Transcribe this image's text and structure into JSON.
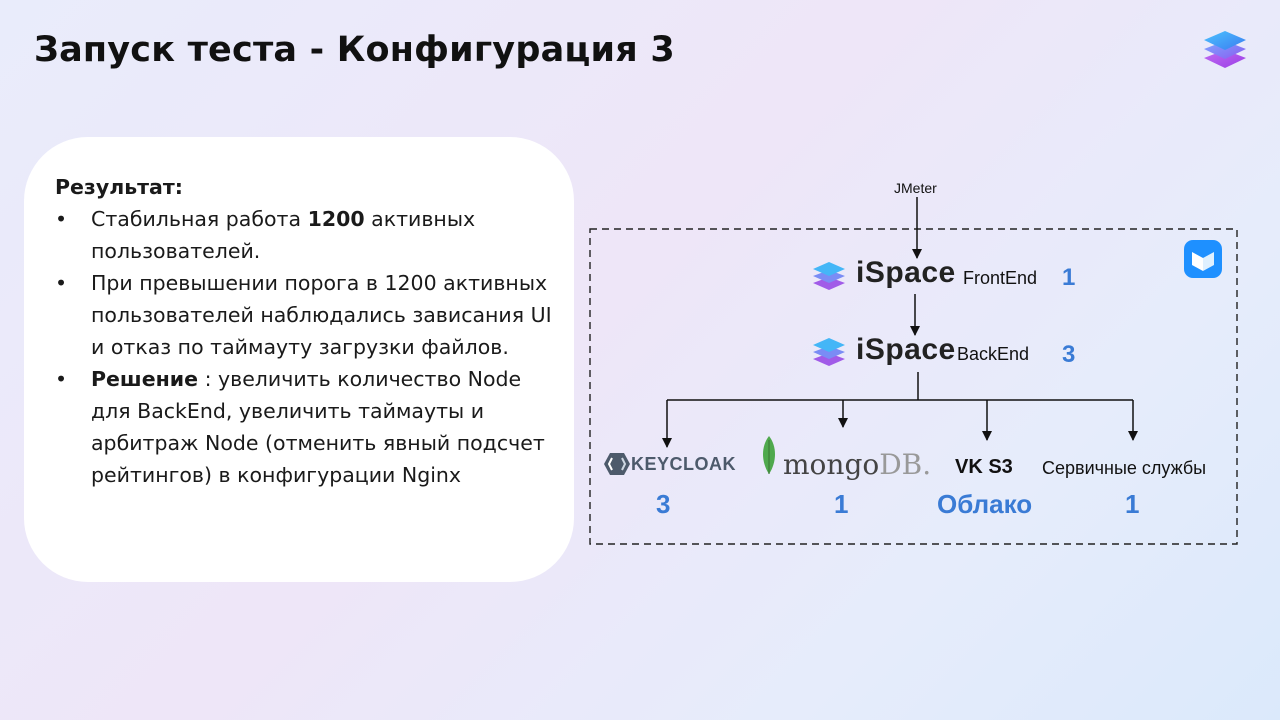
{
  "slide": {
    "title": "Запуск теста - Конфигурация 3"
  },
  "brand_logo_icon": "layered-stack-logo",
  "result_card": {
    "heading": "Результат:",
    "bullet1": {
      "prefix": "Стабильная работа ",
      "bold": "1200",
      "suffix": " активных пользователей."
    },
    "bullet2": "При превышении порога в 1200 активных пользователей наблюдались зависания UI и отказ по таймауту загрузки файлов.",
    "bullet3": {
      "bold": "Решение",
      "suffix": " : увеличить количество Node для BackEnd, увеличить таймауты и арбитраж Node (отменить явный подсчет рейтингов) в  конфигурации Nginx"
    }
  },
  "diagram": {
    "source": "JMeter",
    "frontend": {
      "brand": "iSpace",
      "label": "FrontEnd",
      "count": "1"
    },
    "backend": {
      "brand": "iSpace",
      "label": "BackEnd",
      "count": "3"
    },
    "services": [
      {
        "name": "KEYCLOAK",
        "count": "3"
      },
      {
        "name_a": "mongo",
        "name_b": "DB.",
        "count": "1"
      },
      {
        "name": "VK S3",
        "count": "Облако"
      },
      {
        "name": "Сервичные службы",
        "count": "1"
      }
    ],
    "cloud_icon": "cloud-box-icon"
  },
  "colors": {
    "accent_blue": "#3a7bd5",
    "cloud_blue": "#1e90ff",
    "mongo_green": "#4fa94d"
  }
}
